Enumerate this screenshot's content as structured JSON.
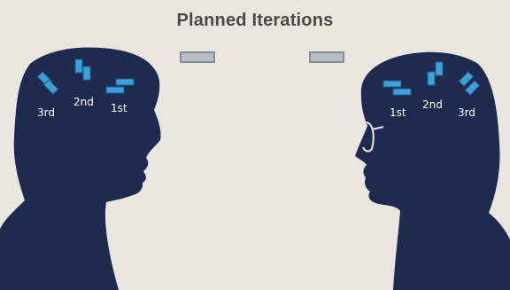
{
  "title": "Planned Iterations",
  "colors": {
    "background": "#e8e6df",
    "silhouette": "#1f2a4f",
    "block": "#3ea0d8",
    "block_edge": "#1a5f8c",
    "connector": "#b9bcc2",
    "title": "#4a4a4a"
  },
  "left_head": {
    "labels": [
      "3rd",
      "2nd",
      "1st"
    ]
  },
  "right_head": {
    "labels": [
      "1st",
      "2nd",
      "3rd"
    ]
  }
}
